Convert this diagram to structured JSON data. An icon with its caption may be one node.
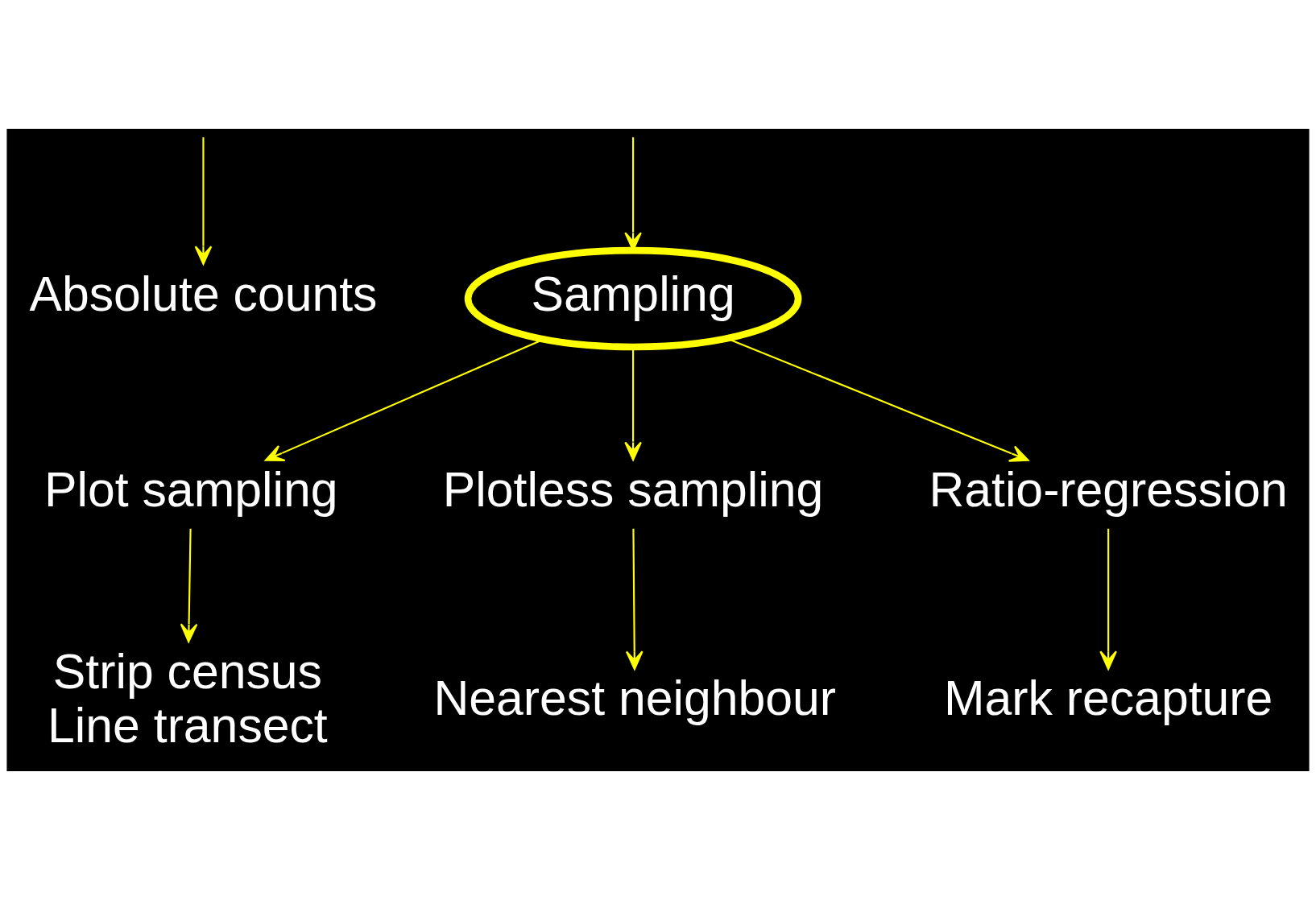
{
  "diagram": {
    "nodes": [
      {
        "text": [
          "Absolute counts"
        ]
      },
      {
        "text": [
          "Sampling"
        ]
      },
      {
        "text": [
          "Plot sampling"
        ]
      },
      {
        "text": [
          "Plotless sampling"
        ]
      },
      {
        "text": [
          "Ratio-regression"
        ]
      },
      {
        "text": [
          "Strip census",
          "Line transect"
        ]
      },
      {
        "text": [
          "Nearest neighbour"
        ]
      },
      {
        "text": [
          "Mark recapture"
        ]
      }
    ],
    "edges": [
      {
        "from": null,
        "to": 0,
        "arrow": "to"
      },
      {
        "from": null,
        "to": 1,
        "arrow": "to"
      },
      {
        "from": 1,
        "to": 2,
        "arrow": "to"
      },
      {
        "from": 1,
        "to": 3,
        "arrow": "to"
      },
      {
        "from": 1,
        "to": 4,
        "arrow": "to"
      },
      {
        "from": 2,
        "to": 5,
        "arrow": "to"
      },
      {
        "from": 3,
        "to": 6,
        "arrow": "to"
      },
      {
        "from": 4,
        "to": 7,
        "arrow": "to"
      }
    ]
  }
}
